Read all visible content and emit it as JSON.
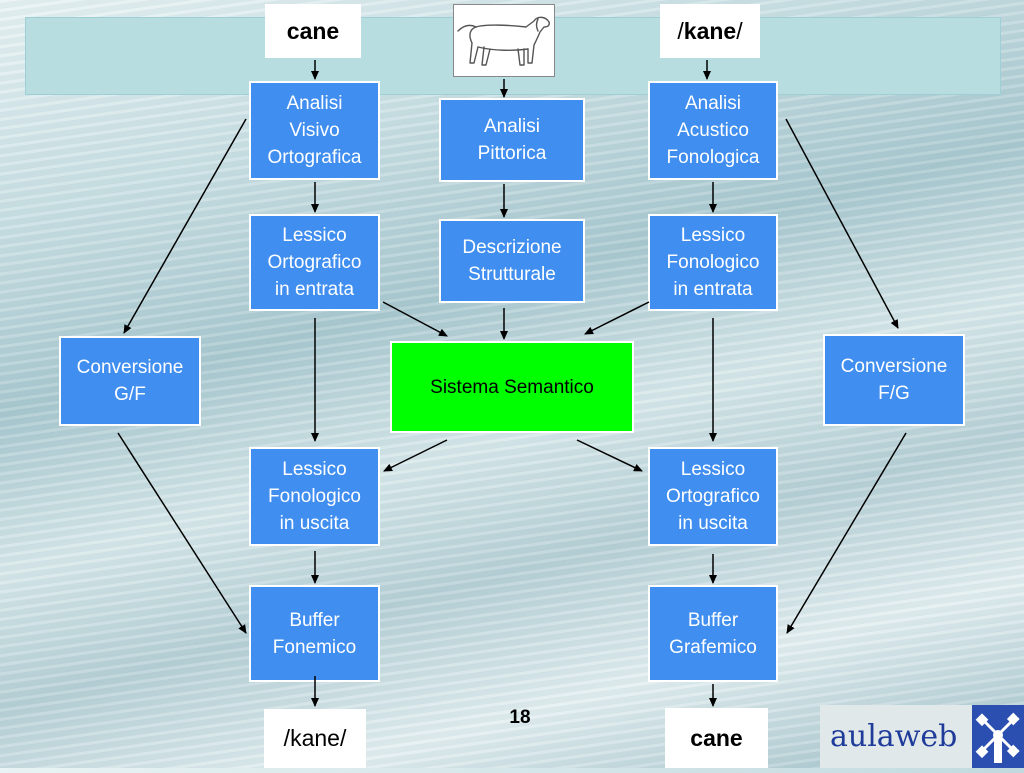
{
  "inputs": {
    "word": "cane",
    "phonetic_word": "kane",
    "phonetic_slash": "/",
    "picture_icon": "dog-sketch-icon"
  },
  "nodes": {
    "visual_analysis": "Analisi\nVisivo\nOrtografica",
    "pictorial_analysis": "Analisi\nPittorica",
    "acoustic_analysis": "Analisi\nAcustico\nFonologica",
    "orthographic_lexicon_in": "Lessico\nOrtografico\nin entrata",
    "structural_description": "Descrizione\nStrutturale",
    "phonological_lexicon_in": "Lessico\nFonologico\nin entrata",
    "conversion_gf": "Conversione\nG/F",
    "semantic_system": "Sistema Semantico",
    "conversion_fg": "Conversione\nF/G",
    "phonological_lexicon_out": "Lessico\nFonologico\nin uscita",
    "orthographic_lexicon_out": "Lessico\nOrtografico\nin uscita",
    "phonemic_buffer": "Buffer\nFonemico",
    "graphemic_buffer": "Buffer\nGrafemico"
  },
  "outputs": {
    "spoken_slash": "/",
    "spoken_word": "kane",
    "written_word": "cane"
  },
  "page_number": "18",
  "logo": {
    "text": "aulaweb",
    "icon": "windmill-icon"
  },
  "colors": {
    "node_fill": "#3f8ef0",
    "semantic_fill": "#00ff00",
    "band": "#b8dde0",
    "logo_text": "#1f3c9a"
  }
}
